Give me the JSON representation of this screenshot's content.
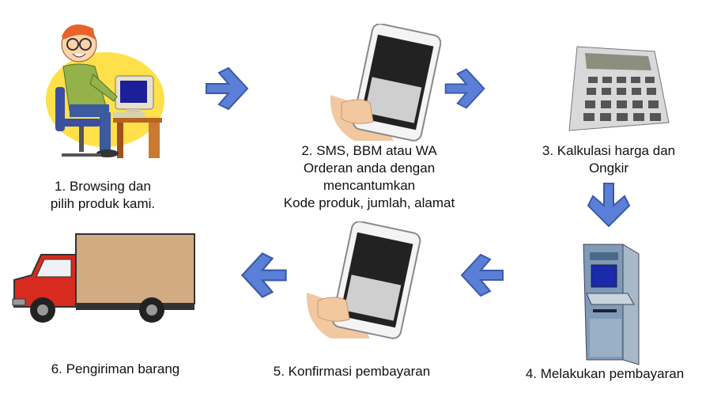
{
  "steps": [
    {
      "label_lines": [
        "1. Browsing dan",
        "pilih produk kami."
      ],
      "icon": "person-at-computer-icon"
    },
    {
      "label_lines": [
        "2. SMS, BBM atau WA",
        "Orderan anda dengan",
        "mencantumkan",
        "Kode produk, jumlah, alamat"
      ],
      "icon": "smartphone-icon"
    },
    {
      "label_lines": [
        "3. Kalkulasi harga dan",
        "Ongkir"
      ],
      "icon": "calculator-icon"
    },
    {
      "label_lines": [
        "4. Melakukan pembayaran"
      ],
      "icon": "atm-icon"
    },
    {
      "label_lines": [
        "5. Konfirmasi pembayaran"
      ],
      "icon": "smartphone-icon"
    },
    {
      "label_lines": [
        "6. Pengiriman barang"
      ],
      "icon": "delivery-truck-icon"
    }
  ],
  "colors": {
    "arrow_fill": "#5b7fd6",
    "arrow_stroke": "#3a5aa8",
    "truck_body": "#d2ab83",
    "truck_cab": "#d62b1e"
  }
}
